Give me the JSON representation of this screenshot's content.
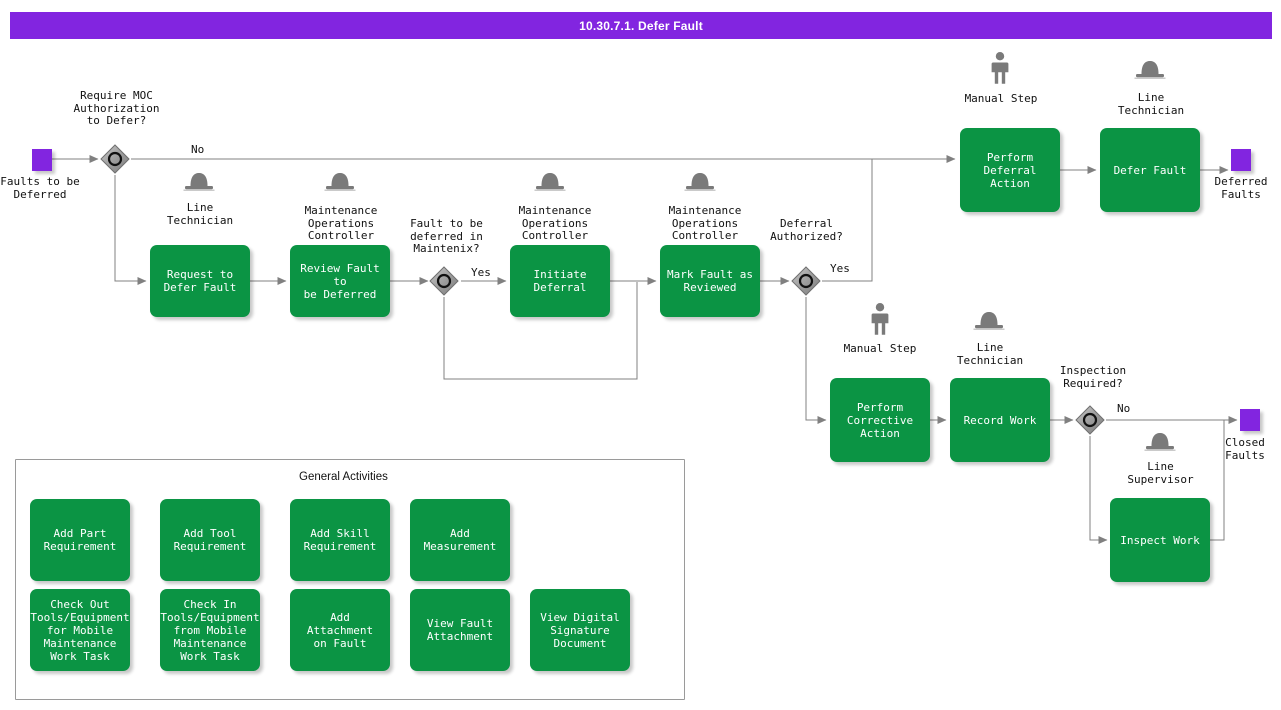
{
  "header": {
    "title": "10.30.7.1. Defer Fault",
    "bar_color": "#8225e0"
  },
  "theme": {
    "task_color": "#0b9444",
    "event_color": "#8225e0",
    "gateway_color": "#9b9b9b",
    "connector_color": "#808080"
  },
  "events": [
    {
      "name": "start-faults-to-be-deferred",
      "label": "Faults to be\nDeferred"
    },
    {
      "name": "end-deferred-faults",
      "label": "Deferred\nFaults"
    },
    {
      "name": "end-closed-faults",
      "label": "Closed\nFaults"
    }
  ],
  "gateways": [
    {
      "name": "gw-require-moc",
      "label": "Require MOC\nAuthorization\nto Defer?",
      "branches": [
        "No"
      ]
    },
    {
      "name": "gw-fault-deferred-maintenix",
      "label": "Fault to be\ndeferred in\nMaintenix?",
      "branches": [
        "Yes"
      ]
    },
    {
      "name": "gw-deferral-authorized",
      "label": "Deferral\nAuthorized?",
      "branches": [
        "Yes"
      ]
    },
    {
      "name": "gw-inspection-required",
      "label": "Inspection\nRequired?",
      "branches": [
        "No"
      ]
    }
  ],
  "branch_labels": {
    "moc_no": "No",
    "maintenix_yes": "Yes",
    "authorized_yes": "Yes",
    "inspection_no": "No"
  },
  "roles": {
    "line_technician": "Line\nTechnician",
    "maintenance_operations_controller": "Maintenance\nOperations Controller",
    "line_supervisor": "Line\nSupervisor",
    "manual_step": "Manual Step"
  },
  "tasks": [
    {
      "name": "task-request-to-defer-fault",
      "label": "Request to\nDefer Fault",
      "role": "Line\nTechnician",
      "role_icon": "hat-icon"
    },
    {
      "name": "task-review-fault-to-be-deferred",
      "label": "Review Fault to\nbe Deferred",
      "role": "Maintenance\nOperations Controller",
      "role_icon": "hat-icon"
    },
    {
      "name": "task-initiate-deferral",
      "label": "Initiate Deferral",
      "role": "Maintenance\nOperations Controller",
      "role_icon": "hat-icon"
    },
    {
      "name": "task-mark-fault-as-reviewed",
      "label": "Mark Fault as\nReviewed",
      "role": "Maintenance\nOperations Controller",
      "role_icon": "hat-icon"
    },
    {
      "name": "task-perform-deferral-action",
      "label": "Perform\nDeferral Action",
      "role": "Manual Step",
      "role_icon": "person-icon"
    },
    {
      "name": "task-defer-fault",
      "label": "Defer Fault",
      "role": "Line\nTechnician",
      "role_icon": "hat-icon"
    },
    {
      "name": "task-perform-corrective-action",
      "label": "Perform\nCorrective\nAction",
      "role": "Manual Step",
      "role_icon": "person-icon"
    },
    {
      "name": "task-record-work",
      "label": "Record Work",
      "role": "Line\nTechnician",
      "role_icon": "hat-icon"
    },
    {
      "name": "task-inspect-work",
      "label": "Inspect Work",
      "role": "Line\nSupervisor",
      "role_icon": "hat-icon"
    }
  ],
  "general_activities": {
    "title": "General Activities",
    "items": [
      {
        "name": "activity-add-part-requirement",
        "label": "Add Part\nRequirement"
      },
      {
        "name": "activity-add-tool-requirement",
        "label": "Add Tool\nRequirement"
      },
      {
        "name": "activity-add-skill-requirement",
        "label": "Add Skill\nRequirement"
      },
      {
        "name": "activity-add-measurement",
        "label": "Add\nMeasurement"
      },
      {
        "name": "activity-check-out-tools",
        "label": "Check Out\nTools/Equipment\nfor Mobile\nMaintenance\nWork Task"
      },
      {
        "name": "activity-check-in-tools",
        "label": "Check In\nTools/Equipment\nfrom Mobile\nMaintenance\nWork Task"
      },
      {
        "name": "activity-add-attachment-on-fault",
        "label": "Add Attachment\non Fault"
      },
      {
        "name": "activity-view-fault-attachment",
        "label": "View Fault\nAttachment"
      },
      {
        "name": "activity-view-digital-signature-document",
        "label": "View Digital\nSignature\nDocument"
      }
    ]
  }
}
